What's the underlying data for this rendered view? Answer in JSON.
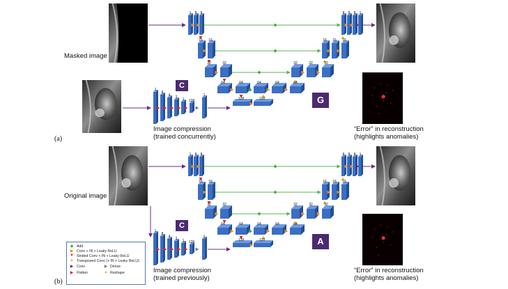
{
  "labels": {
    "masked_image": "Masked image",
    "original_image": "Original image",
    "panel_a": "(a)",
    "panel_b": "(b)",
    "tag_c": "C",
    "tag_g": "G",
    "tag_a": "A",
    "compression_a_line1": "Image compression",
    "compression_a_line2": "(trained concurrently)",
    "compression_b_line1": "Image compression",
    "compression_b_line2": "(trained previously)",
    "error_line1": "“Error” in reconstruction",
    "error_line2": "(highlights anomalies)"
  },
  "channels": {
    "enc_top": [
      "1",
      "8",
      "8"
    ],
    "dec_top": [
      "8",
      "8",
      "8",
      "1"
    ],
    "lvl2_left": [
      "16",
      "16"
    ],
    "lvl2_right": [
      "16",
      "16",
      "16"
    ],
    "lvl3_left": [
      "32",
      "32"
    ],
    "lvl3_right": [
      "32",
      "32",
      "32"
    ],
    "lvl4_left": [
      "64",
      "64",
      "64",
      "64",
      "64"
    ],
    "bottleneck": [
      "128",
      "128"
    ],
    "compression": [
      "1",
      "8",
      "4",
      "2",
      "1",
      "128",
      "1"
    ]
  },
  "legend": {
    "items": [
      {
        "label": "Add",
        "color": "#3cae3a",
        "icon": "diamond-icon"
      },
      {
        "label": "Conv + IN + Leaky ReLU",
        "color": "#f28c1d",
        "icon": "arrow-right-icon"
      },
      {
        "label": "Strided Conv + IN + Leaky ReLU",
        "color": "#d7261e",
        "icon": "arrow-down-icon"
      },
      {
        "label": "Transposed Conv (+ IN + Leaky ReLU)",
        "color": "#f0b21b",
        "icon": "arrow-up-icon"
      },
      {
        "label": "Conv",
        "color": "#5a2d82",
        "icon": "arrow-right-icon"
      },
      {
        "label": "Flatten",
        "color": "#d7261e",
        "icon": "arrow-right-icon"
      },
      {
        "label": "Dense",
        "color": "#7a7a7a",
        "icon": "arrow-right-icon"
      },
      {
        "label": "Reshape",
        "color": "#f0b21b",
        "icon": "arrow-up-icon"
      }
    ]
  },
  "colors": {
    "block_front": "#3a6fc4",
    "block_top": "#6f9ae0",
    "block_side": "#244f96",
    "skip_line": "#5db35a",
    "tag_bg": "#4b2a6f",
    "flow_arrow": "#6a2f86"
  }
}
